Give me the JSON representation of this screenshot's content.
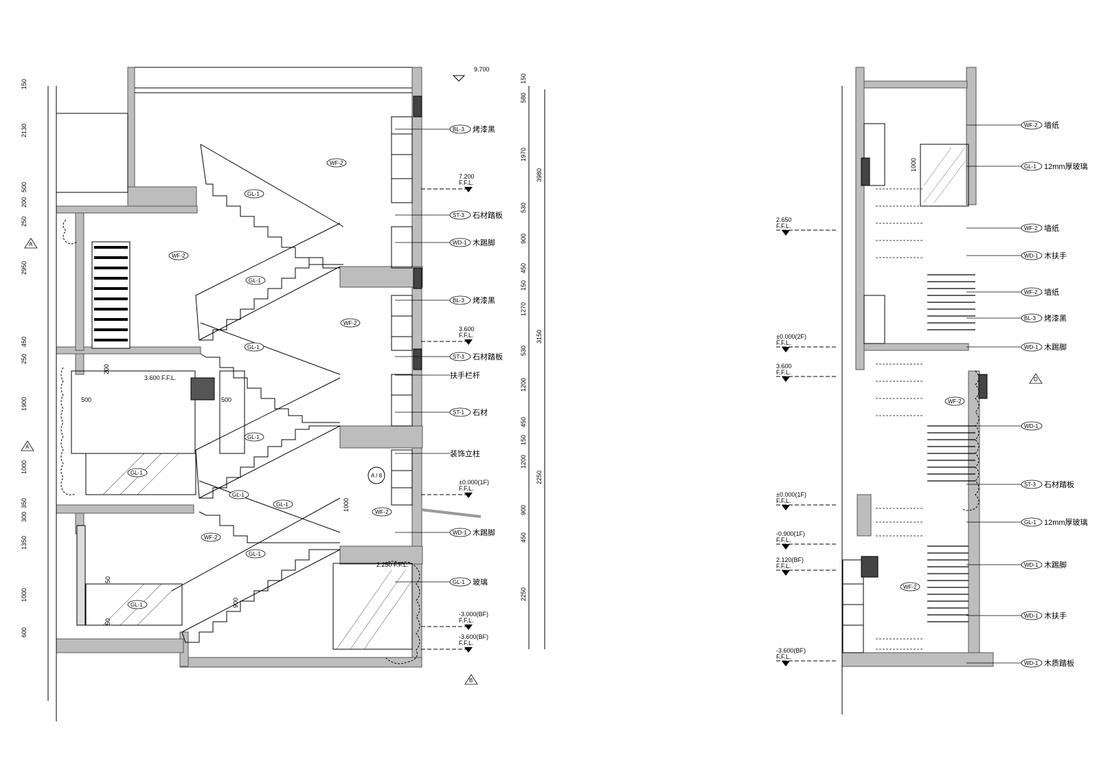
{
  "left_section": {
    "left_dims": [
      "150",
      "2130",
      "500",
      "200",
      "250",
      "2950",
      "450",
      "250",
      "1900",
      "1000",
      "350",
      "300",
      "1350",
      "1000",
      "600"
    ],
    "right_dims": [
      "150",
      "580",
      "1970",
      "530",
      "900",
      "450",
      "150",
      "1270",
      "530",
      "1200",
      "450",
      "150",
      "1200",
      "900",
      "450",
      "2250"
    ],
    "total_dims": [
      "3980",
      "3150",
      "2250"
    ],
    "top_level": "9.700",
    "levels": [
      {
        "value": "7.200",
        "ffl": "F.F.L."
      },
      {
        "value": "3.600",
        "ffl": "F.F.L."
      },
      {
        "value": "±0.000(1F)",
        "ffl": "F.F.L."
      },
      {
        "value": "-3.000(BF)",
        "ffl": "F.F.L."
      },
      {
        "value": "-3.600(BF)",
        "ffl": "F.F.L."
      }
    ],
    "inner_levels": [
      "3.600 F.F.L.",
      "2.250 F.F.L."
    ],
    "callouts": [
      {
        "code": "BL-3",
        "text": "烤漆黑"
      },
      {
        "code": "ST-3",
        "text": "石材踏板"
      },
      {
        "code": "WD-1",
        "text": "木踢脚"
      },
      {
        "code": "BL-3",
        "text": "烤漆黑"
      },
      {
        "code": "ST-3",
        "text": "石材踏板"
      },
      {
        "code": "",
        "text": "扶手栏杆"
      },
      {
        "code": "ST-1",
        "text": "石材"
      },
      {
        "code": "",
        "text": "装饰立柱"
      },
      {
        "code": "WD-1",
        "text": "木踢脚"
      },
      {
        "code": "GL-1",
        "text": "玻璃"
      }
    ],
    "inline_tags": [
      "WF-2",
      "WF-2",
      "WF-2",
      "WF-2",
      "WF-2",
      "GL-1",
      "GL-1",
      "GL-1",
      "GL-1",
      "GL-1",
      "GL-1",
      "GL-1",
      "GL-1",
      "GL-1"
    ],
    "inner_dims": [
      "500",
      "500",
      "200",
      "1000",
      "900",
      "50",
      "50"
    ],
    "section_marks": [
      "A",
      "A",
      "B"
    ],
    "detail_ref": "A / 8"
  },
  "right_section": {
    "inner_dim": "1000",
    "levels": [
      {
        "value": "2.650",
        "ffl": "F.F.L."
      },
      {
        "value": "±0.000(2F)",
        "ffl": "F.F.L."
      },
      {
        "value": "3.600",
        "ffl": "F.F.L."
      },
      {
        "value": "±0.000(1F)",
        "ffl": "F.F.L."
      },
      {
        "value": "-0.900(1F)",
        "ffl": "F.F.L."
      },
      {
        "value": "2.120(BF)",
        "ffl": "F.F.L."
      },
      {
        "value": "-3.600(BF)",
        "ffl": "F.F.L."
      }
    ],
    "callouts": [
      {
        "code": "WF-2",
        "text": "墙纸"
      },
      {
        "code": "GL-1",
        "text": "12mm厚玻璃"
      },
      {
        "code": "WF-2",
        "text": "墙纸"
      },
      {
        "code": "WD-1",
        "text": "木扶手"
      },
      {
        "code": "WF-2",
        "text": "墙纸"
      },
      {
        "code": "BL-3",
        "text": "烤漆黑"
      },
      {
        "code": "WD-1",
        "text": "木踢脚"
      },
      {
        "code": "WD-1",
        "text": ""
      },
      {
        "code": "ST-3",
        "text": "石材踏板"
      },
      {
        "code": "GL-1",
        "text": "12mm厚玻璃"
      },
      {
        "code": "WD-1",
        "text": "木踢脚"
      },
      {
        "code": "WD-1",
        "text": "木扶手"
      },
      {
        "code": "WD-1",
        "text": "木质踏板"
      }
    ],
    "inline_tags": [
      "WF-2",
      "WF-2"
    ],
    "section_mark": "D"
  }
}
